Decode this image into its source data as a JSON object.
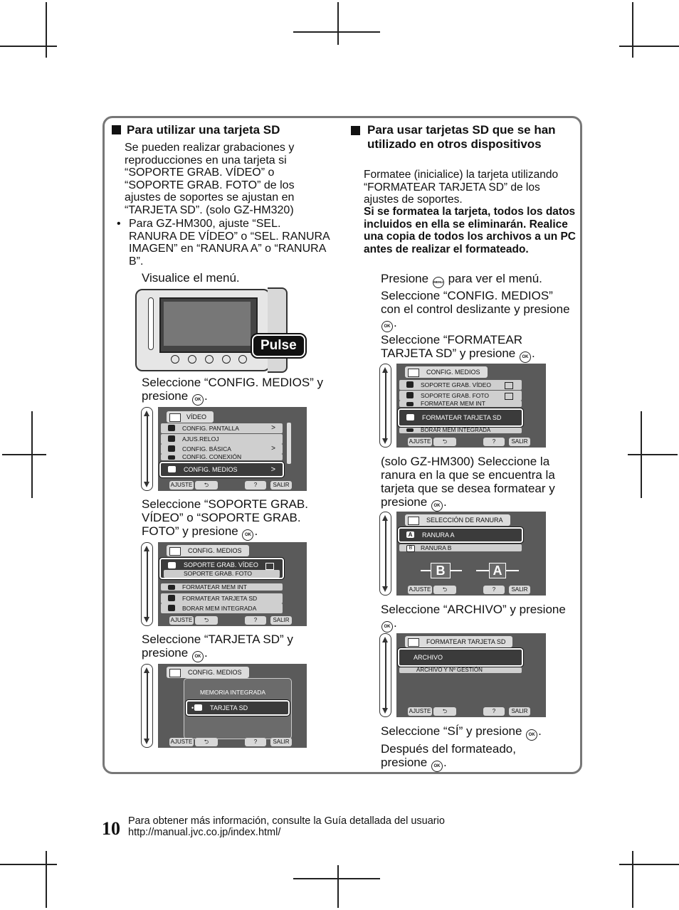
{
  "left": {
    "title": "Para utilizar una tarjeta SD",
    "intro": "Se pueden realizar grabaciones y reproducciones en una tarjeta si “SOPORTE GRAB. VÍDEO” o “SOPORTE GRAB. FOTO” de los ajustes de soportes se ajustan en “TARJETA SD”. (solo GZ-HM320)",
    "bullet": "Para GZ-HM300, ajuste “SEL. RANURA DE VÍDEO” o “SEL. RANURA IMAGEN” en “RANURA A” o “RANURA B”.",
    "step1": "Visualice el menú.",
    "pulse": "Pulse",
    "step2": "Seleccione “CONFIG. MEDIOS” y presione",
    "step3": "Seleccione “SOPORTE GRAB. VÍDEO” o “SOPORTE GRAB. FOTO” y presione",
    "step4": "Seleccione “TARJETA SD” y presione"
  },
  "right": {
    "title": "Para usar tarjetas SD que se han utilizado en otros dispositivos",
    "intro": "Formatee (inicialice) la tarjeta utilizando “FORMATEAR TARJETA SD” de los ajustes de soportes.",
    "warning": "Si se formatea la tarjeta, todos los datos incluidos en ella se eliminarán. Realice una copia de todos los archivos a un PC antes de realizar el formateado.",
    "step1a": "Presione",
    "step1b": "para ver el menú.",
    "step2": "Seleccione “CONFIG. MEDIOS” con el control deslizante y presione",
    "step3": "Seleccione “FORMATEAR TARJETA SD” y presione",
    "step4": "(solo GZ-HM300) Seleccione la ranura en la que se encuentra la tarjeta que se desea formatear y presione",
    "step5": "Seleccione “ARCHIVO” y presione",
    "step6": "Seleccione “SÍ” y presione",
    "step7": "Después del formateado, presione"
  },
  "icons": {
    "ok": "OK",
    "menu": "MENU"
  },
  "screens": {
    "bar": {
      "ajuste": "AJUSTE",
      "help": "?",
      "salir": "SALIR"
    },
    "s1": {
      "title": "VÍDEO",
      "rows": [
        "CONFIG. PANTALLA",
        "AJUS.RELOJ",
        "CONFIG. BÁSICA",
        "CONFIG. CONEXIÓN"
      ],
      "selected": "CONFIG. MEDIOS",
      "arrow": ">"
    },
    "s2": {
      "title": "CONFIG. MEDIOS",
      "selected": "SOPORTE GRAB. VÍDEO",
      "sel2": "SOPORTE GRAB. FOTO",
      "rows": [
        "FORMATEAR MEM INT",
        "FORMATEAR TARJETA SD",
        "BORAR MEM INTEGRADA"
      ]
    },
    "s3": {
      "title": "CONFIG. MEDIOS",
      "opt1": "MEMORIA INTEGRADA",
      "selected": "TARJETA SD"
    },
    "s4": {
      "title": "CONFIG. MEDIOS",
      "rows": [
        "SOPORTE GRAB. VÍDEO",
        "SOPORTE GRAB. FOTO",
        "FORMATEAR MEM INT"
      ],
      "selected": "FORMATEAR TARJETA SD",
      "below": "BORAR MEM INTEGRADA"
    },
    "s5": {
      "title": "SELECCIÓN DE RANURA",
      "selected": "RANURA A",
      "below": "RANURA B",
      "cardB": "B",
      "cardA": "A"
    },
    "s6": {
      "title": "FORMATEAR TARJETA SD",
      "selected": "ARCHIVO",
      "below": "ARCHIVO Y Nº GESTIÓN"
    }
  },
  "footer": {
    "page": "10",
    "line1": "Para obtener más información, consulte la Guía detallada del usuario",
    "line2": "http://manual.jvc.co.jp/index.html/"
  }
}
